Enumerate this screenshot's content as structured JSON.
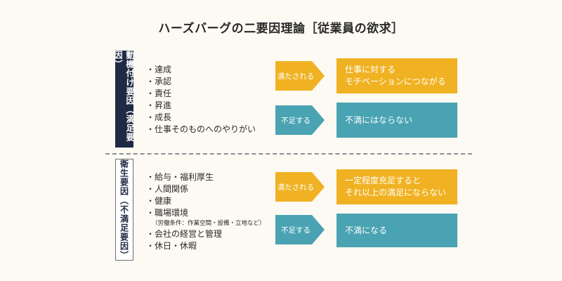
{
  "title": "ハーズバーグの二要因理論［従業員の欲求］",
  "colors": {
    "navy": "#1f2a44",
    "yellow": "#f0b222",
    "teal": "#4aa3b3",
    "background": "#fdf9f3"
  },
  "motivators": {
    "label": "動機付け要因（満足要因）",
    "items": [
      "・達成",
      "・承認",
      "・責任",
      "・昇進",
      "・成長",
      "・仕事そのものへのやりがい"
    ],
    "satisfied": {
      "arrow_label": "満たされる",
      "result_lines": [
        "仕事に対する",
        "モチベーションにつながる"
      ]
    },
    "unsatisfied": {
      "arrow_label": "不足する",
      "result_lines": [
        "不満にはならない"
      ]
    }
  },
  "hygiene": {
    "label": "衛生要因（不満足要因）",
    "items_a": [
      "・給与・福利厚生",
      "・人間関係",
      "・健康",
      "・職場環境"
    ],
    "note": "（労働条件：作業空間・設備・立地など）",
    "items_b": [
      "・会社の経営と管理",
      "・休日・休暇"
    ],
    "satisfied": {
      "arrow_label": "満たされる",
      "result_lines": [
        "一定程度充足すると",
        "それ以上の満足にならない"
      ]
    },
    "unsatisfied": {
      "arrow_label": "不足する",
      "result_lines": [
        "不満になる"
      ]
    }
  }
}
